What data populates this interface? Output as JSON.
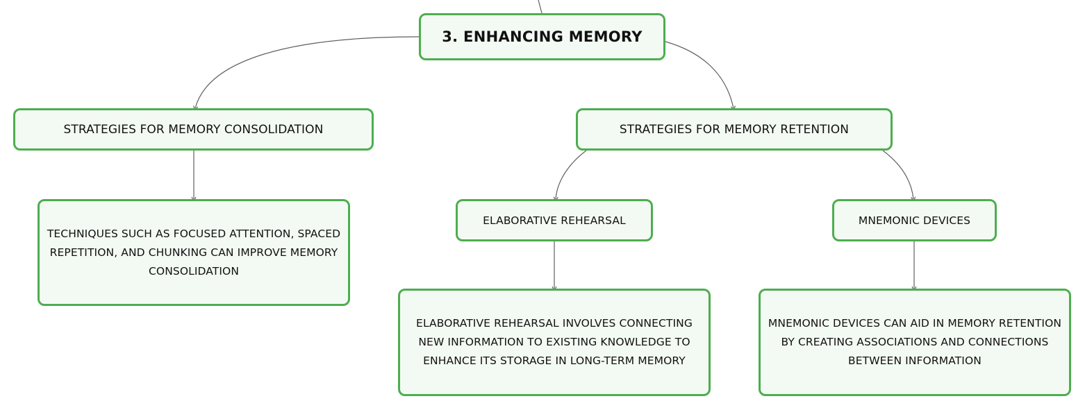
{
  "diagram": {
    "root": {
      "label": "3. ENHANCING MEMORY"
    },
    "consolidation": {
      "label": "STRATEGIES FOR MEMORY CONSOLIDATION",
      "detail": "TECHNIQUES SUCH AS FOCUSED ATTENTION, SPACED REPETITION, AND CHUNKING CAN IMPROVE MEMORY CONSOLIDATION"
    },
    "retention": {
      "label": "STRATEGIES FOR MEMORY RETENTION",
      "elaborative": {
        "label": "ELABORATIVE REHEARSAL",
        "detail": "ELABORATIVE REHEARSAL INVOLVES CONNECTING NEW INFORMATION TO EXISTING KNOWLEDGE TO ENHANCE ITS STORAGE IN LONG-TERM MEMORY"
      },
      "mnemonic": {
        "label": "MNEMONIC DEVICES",
        "detail": "MNEMONIC DEVICES CAN AID IN MEMORY RETENTION BY CREATING ASSOCIATIONS AND CONNECTIONS BETWEEN INFORMATION"
      }
    }
  },
  "colors": {
    "node_border": "#4cae4f",
    "node_fill": "#f3faf3",
    "connector": "#5f5f5f",
    "text": "#111111"
  }
}
